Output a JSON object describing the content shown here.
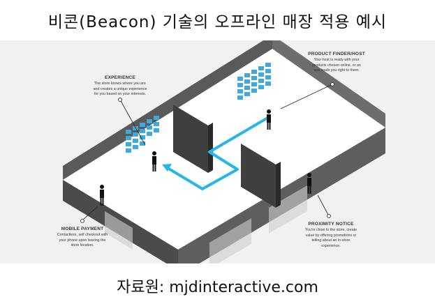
{
  "title": "비콘(Beacon) 기술의 오프라인 매장 적용 예시",
  "source": "자료원: mjdinteractive.com",
  "labels": {
    "experience": {
      "heading": "EXPERIENCE",
      "body": [
        "The store knows where you are",
        "and creates a unique experience",
        "for you based on your interests."
      ]
    },
    "product_finder": {
      "heading": "PRODUCT FINDER/HOST",
      "body": [
        "Your host is ready with your",
        "products chosen online, or an",
        "app leads you right to them."
      ]
    },
    "mobile_payment": {
      "heading": "MOBILE PAYMENT",
      "body": [
        "Contactless, self checkout with",
        "your phone upon leaving the",
        "store location."
      ]
    },
    "proximity_notice": {
      "heading": "PROXIMITY NOTICE",
      "body": [
        "You're close to the store, create",
        "value by offering promotions or",
        "telling about an in-store",
        "experience."
      ]
    }
  },
  "colors": {
    "path": "#27b6e6",
    "shelf": "#3fa8dc",
    "wall_dark": "#4b4b4b",
    "wall_mid": "#6a6a6a",
    "floor": "#ffffff",
    "panel": "#f1f1f1"
  }
}
